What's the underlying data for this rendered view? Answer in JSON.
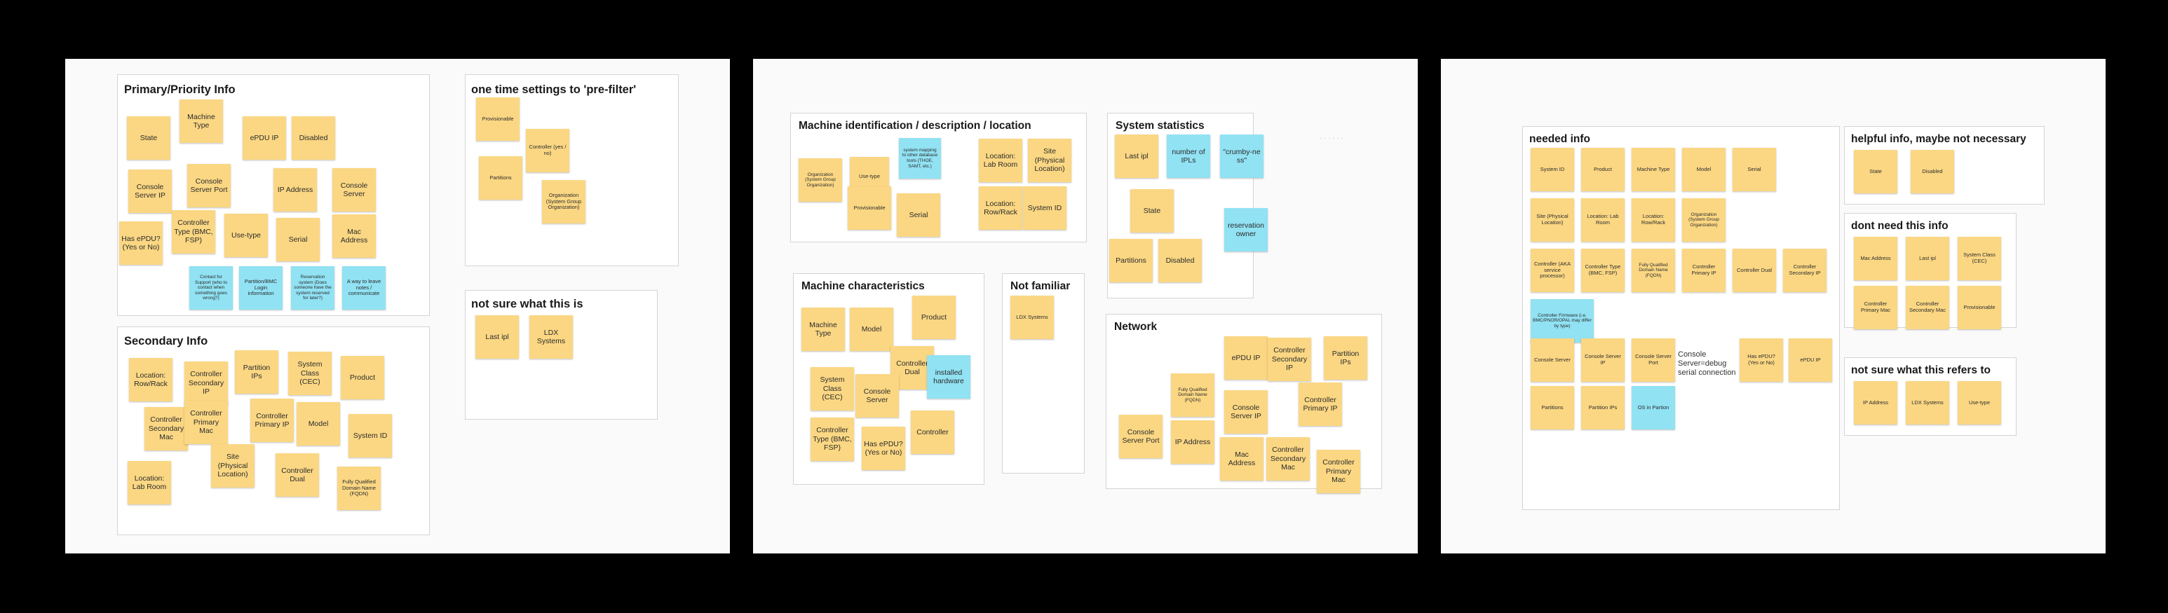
{
  "colors": {
    "background": "#000000",
    "board": "#fafafa",
    "sticky_yellow": "#fbd783",
    "sticky_blue": "#91e2f3",
    "frame_border": "#d4d4d4"
  },
  "board1": {
    "primary_title": "Primary/Priority Info",
    "primary_notes": [
      "State",
      "Machine Type",
      "ePDU IP",
      "Disabled",
      "Console Server IP",
      "Console Server Port",
      "IP Address",
      "Console Server",
      "Controller Type (BMC, FSP)",
      "Use-type",
      "Serial",
      "Mac Address",
      "Has ePDU? (Yes or No)",
      "Contact for Support (who to contact when something goes wrong?)",
      "Partition/BMC Login information",
      "Reservation system (Does someone have the system reserved for later?)",
      "A way to leave notes / communicate"
    ],
    "prefilter_title": "one time settings to 'pre-filter'",
    "prefilter_notes": [
      "Provisionable",
      "Controller (yes / no)",
      "Partitions",
      "Organization (System Group Organization)"
    ],
    "notsure_title": "not sure what this is",
    "notsure_notes": [
      "Last ipl",
      "LDX Systems"
    ],
    "secondary_title": "Secondary Info",
    "secondary_notes": [
      "Location: Row/Rack",
      "Controller Secondary IP",
      "Partition IPs",
      "System Class (CEC)",
      "Product",
      "Controller Secondary Mac",
      "Controller Primary Mac",
      "Controller Primary IP",
      "Model",
      "System ID",
      "Location: Lab Room",
      "Site (Physical Location)",
      "Controller Dual",
      "Fully Qualified Domain Name (FQDN)"
    ]
  },
  "board2": {
    "ident_title": "Machine identification / description / location",
    "ident_notes": [
      "Organization (System Group Organization)",
      "Use-type",
      "system mapping to other database tools (THOE, SAMT, etc.)",
      "Location: Lab Room",
      "Site (Physical Location)",
      "Provisionable",
      "Serial",
      "Location: Row/Rack",
      "System ID"
    ],
    "stats_title": "System statistics",
    "stats_notes": [
      "Last ipl",
      "number of IPLs",
      "\"crumby-ne ss\"",
      "State",
      "reservation owner",
      "Partitions",
      "Disabled"
    ],
    "char_title": "Machine characteristics",
    "char_notes": [
      "Machine Type",
      "Model",
      "Product",
      "Controller Dual",
      "installed hardware",
      "System Class (CEC)",
      "Console Server",
      "Controller Type (BMC, FSP)",
      "Has ePDU? (Yes or No)",
      "Controller"
    ],
    "notfam_title": "Not familiar",
    "notfam_notes": [
      "LDX Systems"
    ],
    "network_title": "Network",
    "network_notes": [
      "ePDU IP",
      "Controller Secondary IP",
      "Partition IPs",
      "Fully Qualified Domain Name (FQDN)",
      "Console Server IP",
      "Controller Primary IP",
      "Console Server Port",
      "IP Address",
      "Mac Address",
      "Controller Secondary Mac",
      "Controller Primary Mac"
    ]
  },
  "board3": {
    "needed_title": "needed info",
    "needed_notes": [
      "System ID",
      "Product",
      "Machine Type",
      "Model",
      "Serial",
      "Site (Physical Location)",
      "Location: Lab Room",
      "Location: Row/Rack",
      "Organization (System Group Organization)",
      "Controller (AKA service processor)",
      "Controller Type (BMC, FSP)",
      "Fully Qualified Domain Name (FQDN)",
      "Controller Primary IP",
      "Controller Dual",
      "Controller Secondary IP",
      "Controller Firmware (i.e. BMC/PNOR/OPAL may differ by type)",
      "Console Server",
      "Console Server IP",
      "Console Server Port",
      "Has ePDU? (Yes or No)",
      "ePDU IP",
      "Partitions",
      "Partition IPs",
      "OS in Partion"
    ],
    "needed_free_text": "Console Server=debug serial connection",
    "helpful_title": "helpful info, maybe not necessary",
    "helpful_notes": [
      "State",
      "Disabled"
    ],
    "dontneed_title": "dont need this info",
    "dontneed_notes": [
      "Mac Address",
      "Last ipl",
      "System Class (CEC)",
      "Controller Primary Mac",
      "Controller Secondary Mac",
      "Provisionable"
    ],
    "notsure_title": "not sure what this refers to",
    "notsure_notes": [
      "IP Address",
      "LDX Systems",
      "Use-type"
    ]
  }
}
